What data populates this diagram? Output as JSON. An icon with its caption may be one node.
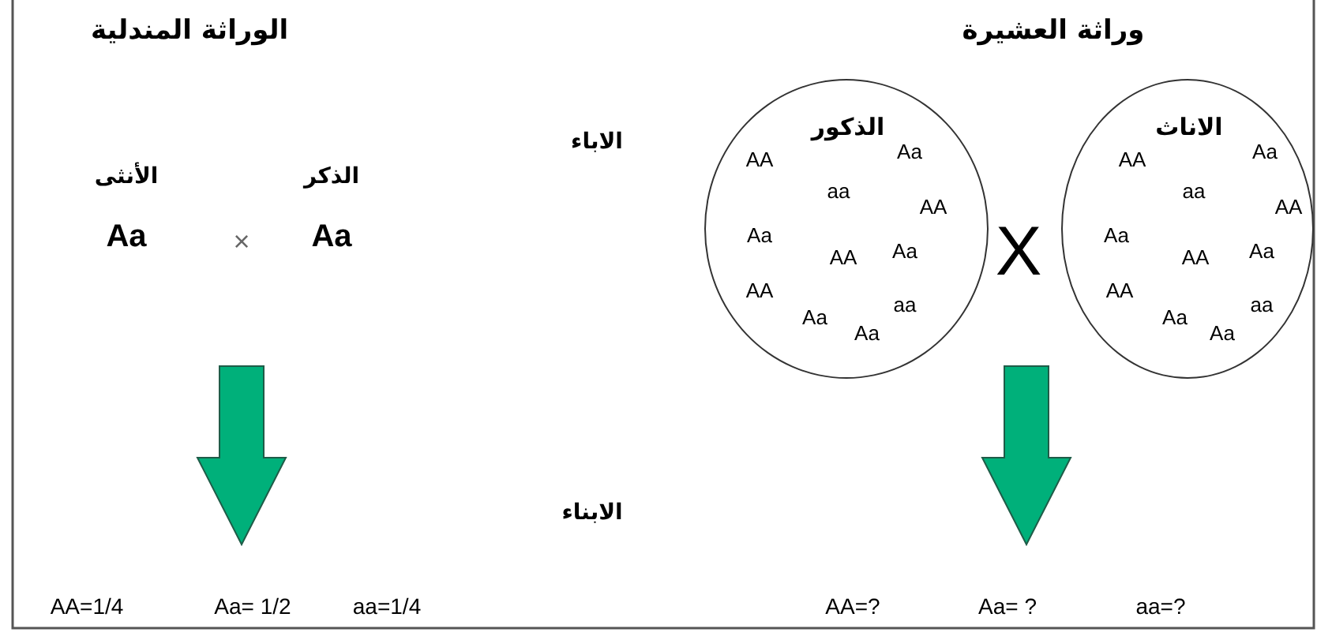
{
  "diagram": {
    "nodes": [
      {
        "text": [
          "الذكور",
          "AA",
          "Aa",
          "aa",
          "AA",
          "Aa",
          "AA",
          "Aa",
          "AA",
          "Aa",
          "Aa",
          "aa"
        ]
      },
      {
        "text": [
          "الاناث",
          "AA",
          "Aa",
          "aa",
          "AA",
          "Aa",
          "AA",
          "Aa",
          "AA",
          "Aa",
          "Aa",
          "aa"
        ]
      }
    ],
    "labels": [
      "الوراثة المندلية",
      "وراثة العشيرة",
      "الاباء",
      "الأنثى",
      "الذكر",
      "Aa",
      "×",
      "Aa",
      "X",
      "الابناء",
      "AA=1/4",
      "Aa= 1/2",
      "aa=1/4",
      "AA=?",
      "Aa= ?",
      "aa=?"
    ]
  }
}
